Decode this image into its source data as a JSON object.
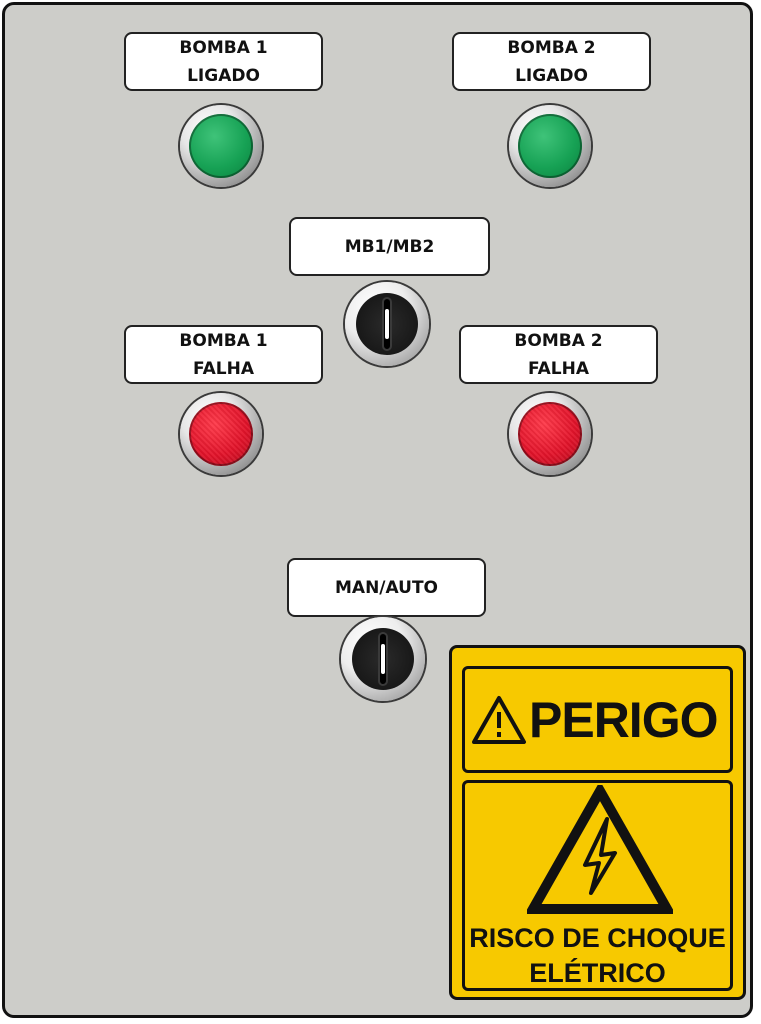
{
  "panel": {
    "labels": {
      "pump1_on": "BOMBA 1\nLIGADO",
      "pump2_on": "BOMBA 2\nLIGADO",
      "selector": "MB1/MB2",
      "pump1_fault": "BOMBA 1\nFALHA",
      "pump2_fault": "BOMBA 2\nFALHA",
      "mode": "MAN/AUTO"
    },
    "indicators": [
      {
        "name": "pump1-on-lamp",
        "color": "#17a255"
      },
      {
        "name": "pump2-on-lamp",
        "color": "#17a255"
      },
      {
        "name": "pump1-fault-lamp",
        "color": "#e3132a"
      },
      {
        "name": "pump2-fault-lamp",
        "color": "#e3132a"
      }
    ],
    "switches": [
      {
        "name": "mb1-mb2-selector-switch"
      },
      {
        "name": "man-auto-selector-switch"
      }
    ]
  },
  "warning_sign": {
    "title": "PERIGO",
    "message": "RISCO DE CHOQUE\nELÉTRICO",
    "icons": [
      "warning-triangle-icon",
      "high-voltage-icon"
    ],
    "background": "#f7c900"
  }
}
